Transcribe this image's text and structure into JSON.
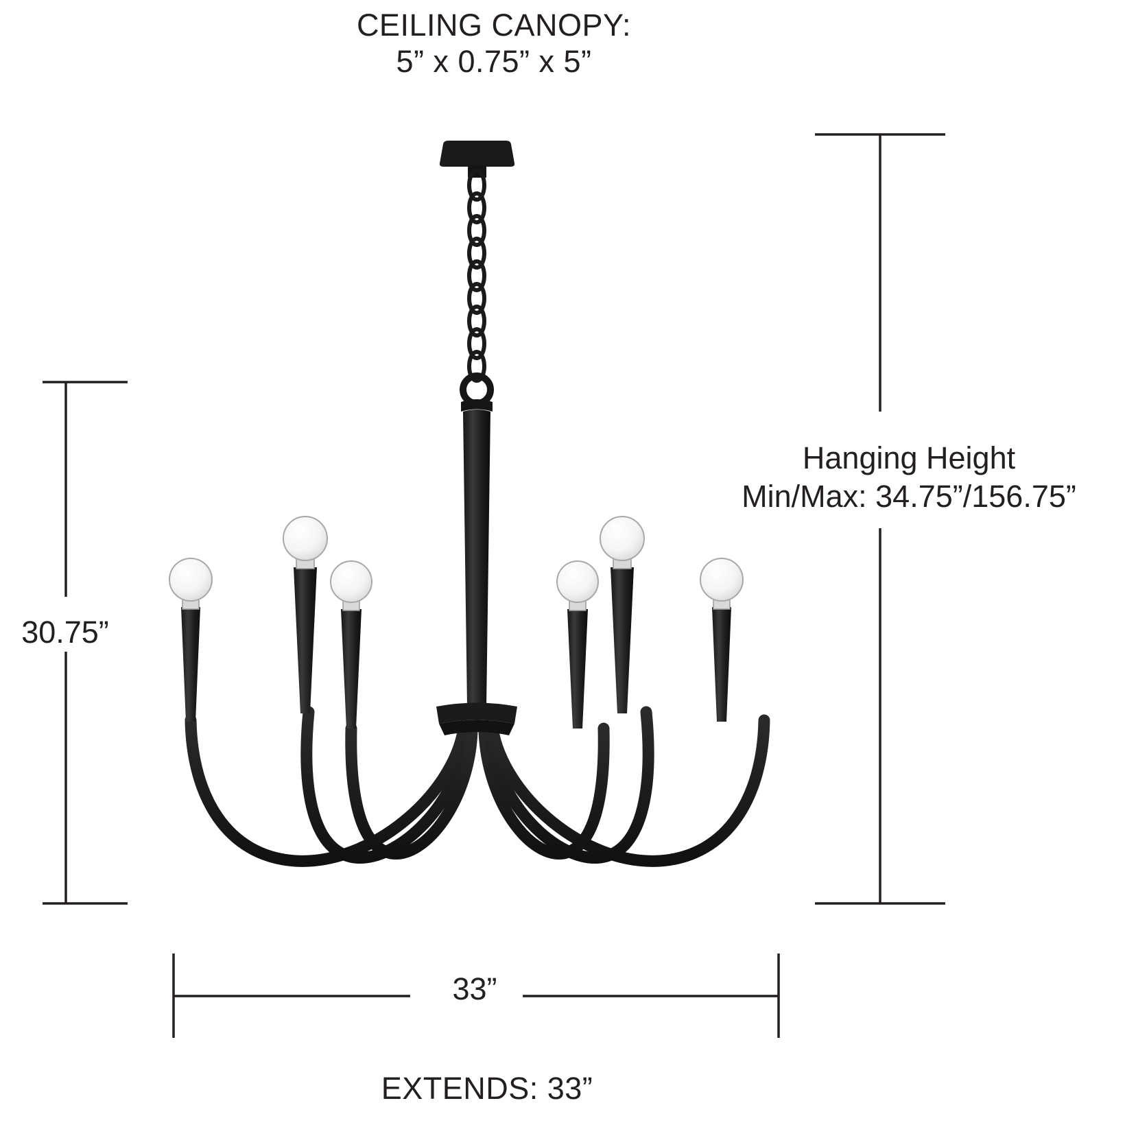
{
  "diagram": {
    "title_lines": {
      "canopy": "CEILING CANOPY:\n5” x 0.75” x 5”",
      "hanging": "Hanging Height\nMin/Max: 34.75”/156.75”",
      "height": "30.75”",
      "width": "33”",
      "extends": "EXTENDS: 33”"
    },
    "colors": {
      "fixture": "#231f20",
      "line": "#231f20",
      "background": "#ffffff",
      "bulb": "#f2f2f2"
    },
    "measurements": [
      {
        "name": "ceiling-canopy",
        "value": "5” x 0.75” x 5”"
      },
      {
        "name": "hanging-height-min",
        "value": "34.75”"
      },
      {
        "name": "hanging-height-max",
        "value": "156.75”"
      },
      {
        "name": "overall-height",
        "value": "30.75”"
      },
      {
        "name": "overall-width",
        "value": "33”"
      },
      {
        "name": "extends",
        "value": "33”"
      }
    ],
    "product": {
      "type": "chandelier",
      "arm_count": 6,
      "bulb_count": 6
    }
  }
}
